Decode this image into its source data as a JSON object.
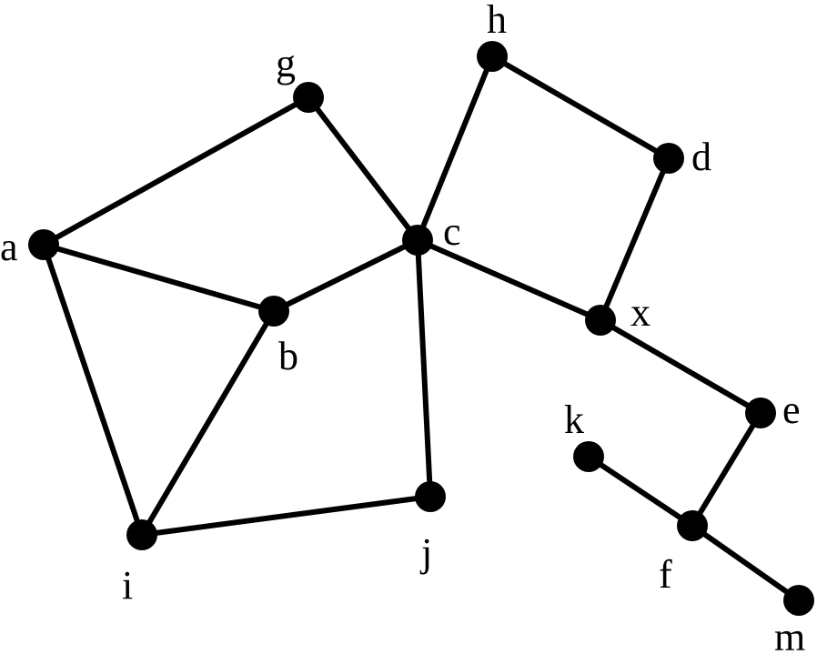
{
  "diagram": {
    "type": "undirected-graph",
    "colors": {
      "background": "#ffffff",
      "node": "#000000",
      "edge": "#000000",
      "label": "#000000"
    },
    "nodes": [
      {
        "id": "a",
        "label": "a"
      },
      {
        "id": "g",
        "label": "g"
      },
      {
        "id": "h",
        "label": "h"
      },
      {
        "id": "d",
        "label": "d"
      },
      {
        "id": "c",
        "label": "c"
      },
      {
        "id": "b",
        "label": "b"
      },
      {
        "id": "x",
        "label": "x"
      },
      {
        "id": "e",
        "label": "e"
      },
      {
        "id": "k",
        "label": "k"
      },
      {
        "id": "j",
        "label": "j"
      },
      {
        "id": "i",
        "label": "i"
      },
      {
        "id": "f",
        "label": "f"
      },
      {
        "id": "m",
        "label": "m"
      }
    ],
    "edges": [
      [
        "a",
        "g"
      ],
      [
        "g",
        "c"
      ],
      [
        "a",
        "b"
      ],
      [
        "a",
        "i"
      ],
      [
        "b",
        "c"
      ],
      [
        "b",
        "i"
      ],
      [
        "c",
        "h"
      ],
      [
        "h",
        "d"
      ],
      [
        "d",
        "x"
      ],
      [
        "c",
        "x"
      ],
      [
        "c",
        "j"
      ],
      [
        "i",
        "j"
      ],
      [
        "x",
        "e"
      ],
      [
        "e",
        "f"
      ],
      [
        "k",
        "f"
      ],
      [
        "f",
        "m"
      ]
    ]
  }
}
